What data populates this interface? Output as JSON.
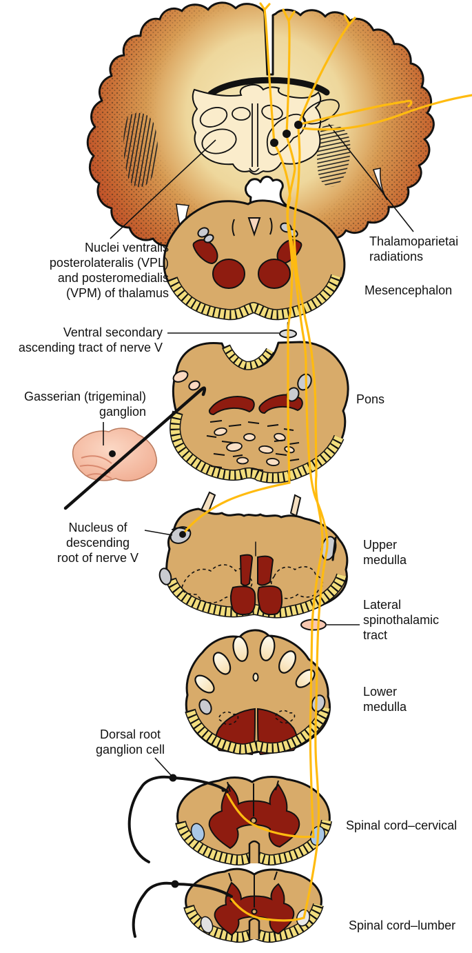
{
  "figure": {
    "type": "anatomical-pathway-diagram",
    "subject": "Trigeminal and spinothalamic sensory pathway",
    "labels": {
      "vpl": "Nuclei ventralis\nposterolateralis (VPL)\nand posteromedialis\n(VPM) of thalamus",
      "thalamoparietal": "Thalamoparietai\nradiations",
      "mesencephalon": "Mesencephalon",
      "ventral_secondary": "Ventral secondary\nascending tract of nerve V",
      "pons": "Pons",
      "gasserian": "Gasserian (trigeminal)\nganglion",
      "nucleus_descending": "Nucleus of\ndescending\nroot of nerve V",
      "upper_medulla": "Upper\nmedulla",
      "lateral_spinothalamic": "Lateral\nspinothalamic\ntract",
      "lower_medulla": "Lower\nmedulla",
      "dorsal_root": "Dorsal root\nganglion cell",
      "spinal_cervical": "Spinal cord–cervical",
      "spinal_lumbar": "Spinal cord–lumber"
    },
    "colors": {
      "cortex_edge": "#b93a1e",
      "cortex_mid": "#d79a52",
      "cortex_center": "#f6ecbf",
      "tan": "#d8ab6a",
      "dark_red": "#8f1c10",
      "stripe": "#f2dd7d",
      "gray": "#c9cbd0",
      "blue": "#a9c7e6",
      "fiber": "#ffbb10",
      "pink": "#f0a98d",
      "cream": "#faeccb",
      "ink": "#111111"
    }
  }
}
